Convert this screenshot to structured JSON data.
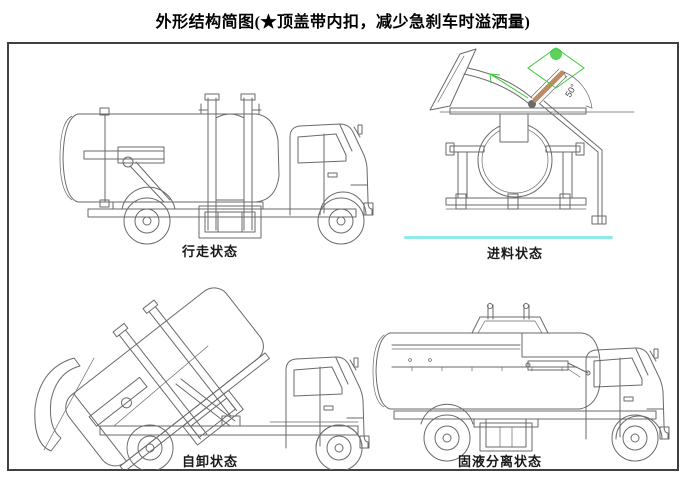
{
  "page": {
    "title": "外形结构简图(★顶盖带内扣，减少急刹车时溢洒量)"
  },
  "figures": {
    "driving": {
      "label": "行走状态"
    },
    "feeding": {
      "label": "进料状态",
      "lid_open_angle": "50°"
    },
    "dumping": {
      "label": "自卸状态"
    },
    "separation": {
      "label": "固液分离状态"
    }
  },
  "colors": {
    "line": "#6a6a6a",
    "border": "#404040",
    "feed-underline": "#8fe9e9",
    "annotation-green": "#3ecb3e",
    "buckle-highlight": "#c08a63",
    "label-text": "#1a1a1a",
    "background": "#ffffff"
  }
}
